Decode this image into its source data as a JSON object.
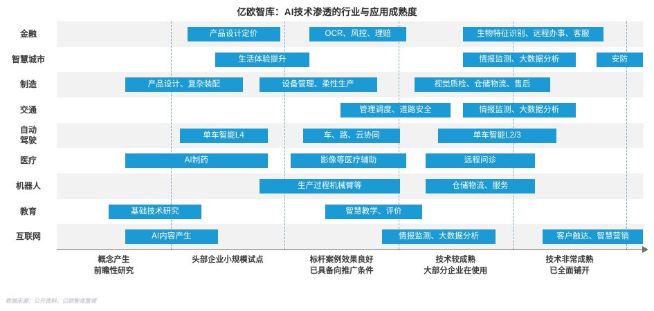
{
  "chart_data": {
    "type": "bar",
    "title": "亿欧智库：AI技术渗透的行业与应用成熟度",
    "xlabel": "",
    "ylabel": "",
    "grid": true,
    "legend": "none",
    "x_axis_stages": [
      {
        "lines": [
          "概念产生",
          "前瞻性研究"
        ],
        "center": 0.5
      },
      {
        "lines": [
          "头部企业小规模试点"
        ],
        "center": 1.5
      },
      {
        "lines": [
          "标杆案例效果良好",
          "已具备向推广条件"
        ],
        "center": 2.5
      },
      {
        "lines": [
          "技术较成熟",
          "大部分企业在使用"
        ],
        "center": 3.5
      },
      {
        "lines": [
          "技术非常成熟",
          "已全面铺开"
        ],
        "center": 4.5
      }
    ],
    "gridline_positions": [
      1,
      2,
      3,
      4,
      5
    ],
    "x_range": [
      0,
      5.15
    ],
    "categories": [
      {
        "label": "金融",
        "lines": [
          "金融"
        ]
      },
      {
        "label": "智慧城市",
        "lines": [
          "智慧城市"
        ]
      },
      {
        "label": "制造",
        "lines": [
          "制造"
        ]
      },
      {
        "label": "交通",
        "lines": [
          "交通"
        ]
      },
      {
        "label": "自动驾驶",
        "lines": [
          "自动",
          "驾驶"
        ]
      },
      {
        "label": "医疗",
        "lines": [
          "医疗"
        ]
      },
      {
        "label": "机器人",
        "lines": [
          "机器人"
        ]
      },
      {
        "label": "教育",
        "lines": [
          "教育"
        ]
      },
      {
        "label": "互联网",
        "lines": [
          "互联网"
        ]
      }
    ],
    "bar_color": "#1b9ad6",
    "band_color": "#f2f2f2",
    "gridline_color": "#7fa8c4",
    "items": [
      {
        "row": 0,
        "label": "产品设计定价",
        "start": 1.146,
        "end": 1.959
      },
      {
        "row": 0,
        "label": "OCR、风控、理赔",
        "start": 2.219,
        "end": 3.068
      },
      {
        "row": 0,
        "label": "生物特征识别、远程办事、客服",
        "start": 3.565,
        "end": 4.796
      },
      {
        "row": 1,
        "label": "生活体验提升",
        "start": 1.389,
        "end": 2.219
      },
      {
        "row": 1,
        "label": "情报监测、大数据分析",
        "start": 3.565,
        "end": 4.553
      },
      {
        "row": 1,
        "label": "安防",
        "start": 4.735,
        "end": 5.146
      },
      {
        "row": 2,
        "label": "产品设计、复杂装配",
        "start": 0.601,
        "end": 1.632
      },
      {
        "row": 2,
        "label": "设备管理、柔性生产",
        "start": 1.777,
        "end": 2.809
      },
      {
        "row": 2,
        "label": "视觉质检、仓储物流、售后",
        "start": 3.14,
        "end": 4.329
      },
      {
        "row": 3,
        "label": "管理调度、道路安全",
        "start": 2.492,
        "end": 3.455
      },
      {
        "row": 3,
        "label": "情报监测、大数据分析",
        "start": 3.565,
        "end": 4.553
      },
      {
        "row": 4,
        "label": "单车智能L4",
        "start": 1.079,
        "end": 1.85
      },
      {
        "row": 4,
        "label": "车、路、云协同",
        "start": 2.164,
        "end": 3.014
      },
      {
        "row": 4,
        "label": "单车智能L2/3",
        "start": 3.346,
        "end": 4.383
      },
      {
        "row": 5,
        "label": "AI制药",
        "start": 0.601,
        "end": 1.85
      },
      {
        "row": 5,
        "label": "影像等医疗辅助",
        "start": 2.054,
        "end": 3.068
      },
      {
        "row": 5,
        "label": "远程问诊",
        "start": 3.237,
        "end": 4.196
      },
      {
        "row": 6,
        "label": "生产过程机械臂等",
        "start": 1.777,
        "end": 3.014
      },
      {
        "row": 6,
        "label": "仓储物流、服务",
        "start": 3.237,
        "end": 4.196
      },
      {
        "row": 7,
        "label": "基础技术研究",
        "start": 0.456,
        "end": 1.268
      },
      {
        "row": 7,
        "label": "智慧教学、评价",
        "start": 2.357,
        "end": 3.208
      },
      {
        "row": 8,
        "label": "AI内容产生",
        "start": 0.601,
        "end": 1.413
      },
      {
        "row": 8,
        "label": "情报监测、大数据分析",
        "start": 2.855,
        "end": 3.851
      },
      {
        "row": 8,
        "label": "客户触达、智慧营销",
        "start": 4.262,
        "end": 5.146
      }
    ]
  },
  "footer": {
    "source_note": "数据来源：公开资料、亿欧智库整理"
  }
}
